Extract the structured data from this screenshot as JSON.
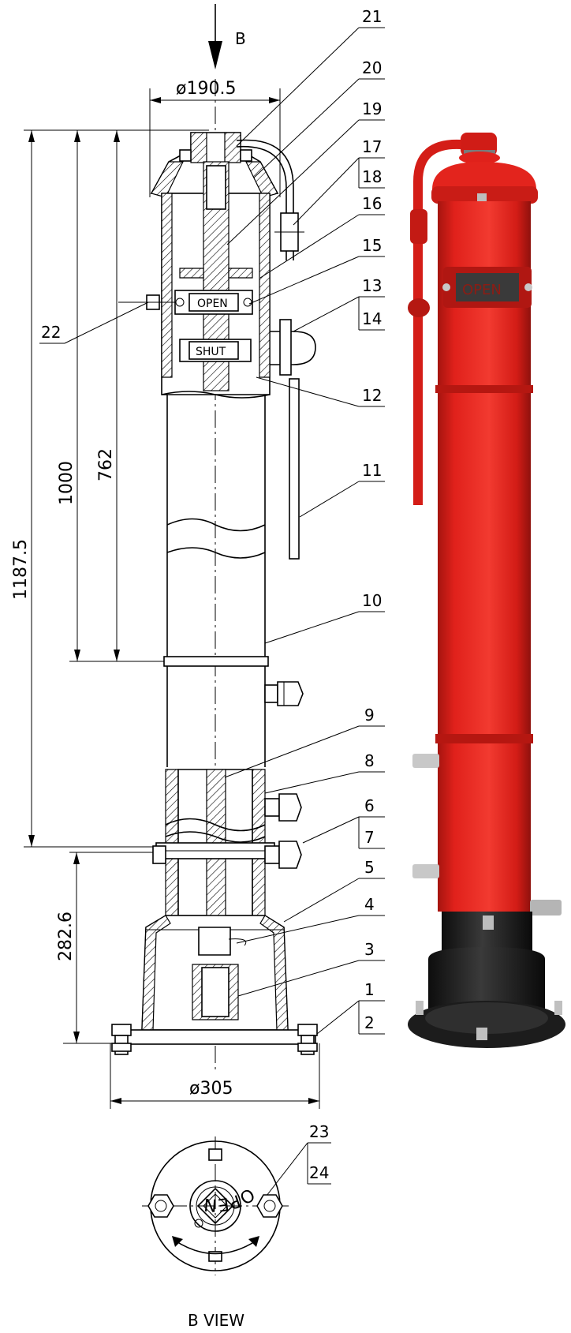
{
  "view_arrow_label": "B",
  "dimensions": {
    "top_diameter": "ø190.5",
    "base_diameter": "ø305",
    "overall_height": "1187.5",
    "height_1000": "1000",
    "height_762": "762",
    "height_282": "282.6"
  },
  "plates": {
    "open": "OPEN",
    "shut": "SHUT"
  },
  "callouts": [
    "1",
    "2",
    "3",
    "4",
    "5",
    "6",
    "7",
    "8",
    "9",
    "10",
    "11",
    "12",
    "13",
    "14",
    "15",
    "16",
    "17",
    "18",
    "19",
    "20",
    "21",
    "22",
    "23",
    "24"
  ],
  "b_view": {
    "ring_text": "OPEN",
    "caption": "B VIEW"
  },
  "photo": {
    "plate_text": "OPEN",
    "colors": {
      "body": "#e0211b",
      "dark_red": "#a5140f",
      "base": "#1c1c1c",
      "bolt": "#c8c8c8"
    }
  }
}
